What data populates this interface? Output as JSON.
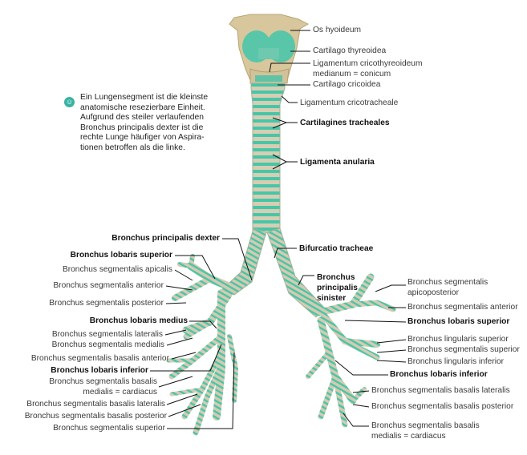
{
  "note": {
    "icon": "info-icon",
    "lines": [
      "Ein Lungensegment ist die kleinste",
      "anatomische resezierbare Einheit.",
      "Aufgrund des steiler verlaufenden",
      "Bronchus principalis dexter ist die",
      "rechte Lunge häufiger von Aspira-",
      "tionen betroffen als die linke."
    ]
  },
  "colors": {
    "cartilage": "#d9cdb0",
    "ligament": "#43c7a7",
    "leader": "#111111"
  },
  "labels_right_top": {
    "os_hyoideum": "Os hyoideum",
    "cartilago_thyreoidea": "Cartilago thyreoidea",
    "lig_cricothyreoideum_1": "Ligamentum cricothyreoideum",
    "lig_cricothyreoideum_2": "medianum = conicum",
    "cartilago_cricoidea": "Cartilago cricoidea",
    "lig_cricotracheale": "Ligamentum cricotracheale",
    "cartilagines_tracheales": "Cartilagines tracheales",
    "ligamenta_anularia": "Ligamenta anularia",
    "bifurcatio": "Bifurcatio tracheae",
    "bronchus_principalis_sinister_1": "Bronchus",
    "bronchus_principalis_sinister_2": "principalis",
    "bronchus_principalis_sinister_3": "sinister"
  },
  "labels_left": {
    "principalis_dexter": "Bronchus principalis dexter",
    "lobaris_superior": "Bronchus lobaris superior",
    "apicalis": "Bronchus segmentalis apicalis",
    "anterior": "Bronchus segmentalis anterior",
    "posterior": "Bronchus segmentalis posterior",
    "lobaris_medius": "Bronchus lobaris medius",
    "lateralis": "Bronchus segmentalis lateralis",
    "medialis": "Bronchus segmentalis medialis",
    "basalis_anterior": "Bronchus segmentalis basalis anterior",
    "lobaris_inferior": "Bronchus lobaris inferior",
    "basalis_medialis_1": "Bronchus segmentalis basalis",
    "basalis_medialis_2": "medialis = cardiacus",
    "basalis_lateralis": "Bronchus segmentalis basalis lateralis",
    "basalis_posterior": "Bronchus segmentalis basalis posterior",
    "superior": "Bronchus segmentalis superior"
  },
  "labels_right": {
    "apicoposterior_1": "Bronchus segmentalis",
    "apicoposterior_2": "apicoposterior",
    "anterior": "Bronchus segmentalis anterior",
    "lobaris_superior": "Bronchus lobaris superior",
    "lingularis_superior": "Bronchus lingularis superior",
    "segmentalis_superior": "Bronchus segmentalis superior",
    "lingularis_inferior": "Bronchus lingularis inferior",
    "lobaris_inferior": "Bronchus lobaris inferior",
    "basalis_lateralis": "Bronchus segmentalis basalis lateralis",
    "basalis_posterior": "Bronchus segmentalis basalis posterior",
    "basalis_medialis_1": "Bronchus segmentalis basalis",
    "basalis_medialis_2": "medialis = cardiacus"
  }
}
